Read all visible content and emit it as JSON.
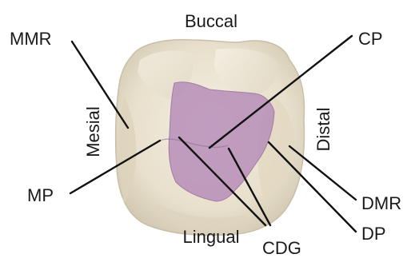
{
  "diagram": {
    "surfaces": {
      "top": "Buccal",
      "bottom": "Lingual",
      "left": "Mesial",
      "right": "Distal"
    },
    "labels": {
      "mmr": "MMR",
      "cp": "CP",
      "mp": "MP",
      "dmr": "DMR",
      "dp": "DP",
      "cdg": "CDG"
    },
    "colors": {
      "tooth": "#ece4d2",
      "tooth_shadow": "#cfc6b2",
      "highlight_region": "#b58ab8",
      "leader_lines": "#111111"
    }
  }
}
